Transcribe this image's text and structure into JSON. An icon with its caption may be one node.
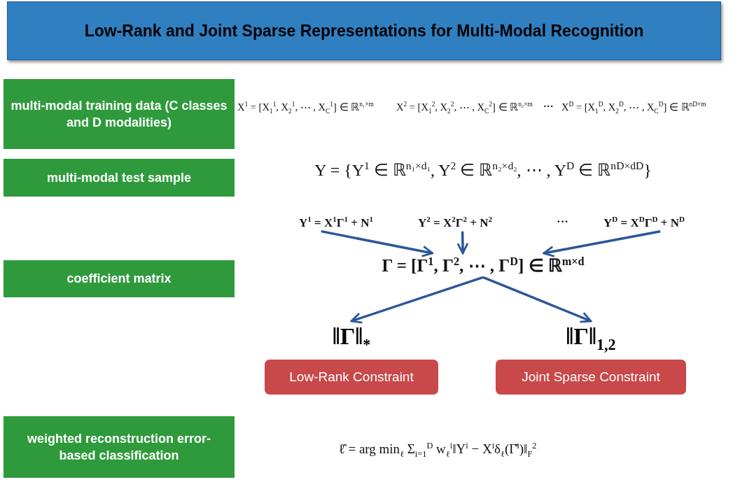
{
  "diagram": {
    "title": "Low-Rank and Joint Sparse Representations for Multi-Modal Recognition",
    "nodes": [
      {
        "text": [
          "multi-modal training data (C classes and D modalities)"
        ]
      },
      {
        "text": [
          "multi-modal test sample"
        ]
      },
      {
        "text": [
          "coefficient matrix"
        ]
      },
      {
        "text": [
          "weighted reconstruction error-based classification"
        ]
      },
      {
        "text": [
          "Y$^{1}$ = X$^{1}$Γ$^{1}$ + N$^{1}$"
        ]
      },
      {
        "text": [
          "Y$^{2}$ = X$^{2}$Γ$^{2}$ + N$^{2}$"
        ]
      },
      {
        "text": [
          "Y$^{D}$ = X$^{D}$Γ$^{D}$ + N$^{D}$"
        ]
      },
      {
        "text": [
          "Γ = [Γ$^{1}$, Γ$^{2}$, ⋯ , Γ$^{D}$] ∈ ℝ$^{m×d}$"
        ]
      },
      {
        "text": [
          "‖Γ‖$_{*}$",
          "Low-Rank Constraint"
        ]
      },
      {
        "text": [
          "‖Γ‖$_{1,2}$",
          "Joint Sparse Constraint"
        ]
      }
    ],
    "edges": [
      {
        "from": 4,
        "to": 7,
        "arrow": "to"
      },
      {
        "from": 5,
        "to": 7,
        "arrow": "to"
      },
      {
        "from": 6,
        "to": 7,
        "arrow": "to"
      },
      {
        "from": 7,
        "to": 8,
        "arrow": "to"
      },
      {
        "from": 7,
        "to": 9,
        "arrow": "to"
      }
    ],
    "labels": [
      "X$^{1}$ = [X$_{1}$$^{1}$, X$_{2}$$^{1}$, ⋯ , X$_{C}$$^{1}$] ∈ ℝ$^{n₁×m}$",
      "X$^{2}$ = [X$_{1}$$^{2}$, X$_{2}$$^{2}$, ⋯ , X$_{C}$$^{2}$] ∈ ℝ$^{n₂×m}$",
      "···",
      "X$^{D}$ = [X$_{1}$$^{D}$, X$_{2}$$^{D}$, ⋯ , X$_{C}$$^{D}$] ∈ ℝ$^{nD×m}$",
      "Y = {Y$^{1}$ ∈ ℝ$^{n₁×d₁}$, Y$^{2}$ ∈ ℝ$^{n₂×d₂}$, ⋯ , Y$^{D}$ ∈ ℝ$^{nD×dD}$}",
      "···",
      "ℓ̂ = arg min$_{ℓ}$ Σ$_{i=1}$$^{D}$ w$_{ℓ}$$^{i}$‖Y$^{i}$ − X$^{i}$δ$_{ℓ}$(Γ̂$^{i}$)‖$_{F}$$^{2}$"
    ]
  }
}
